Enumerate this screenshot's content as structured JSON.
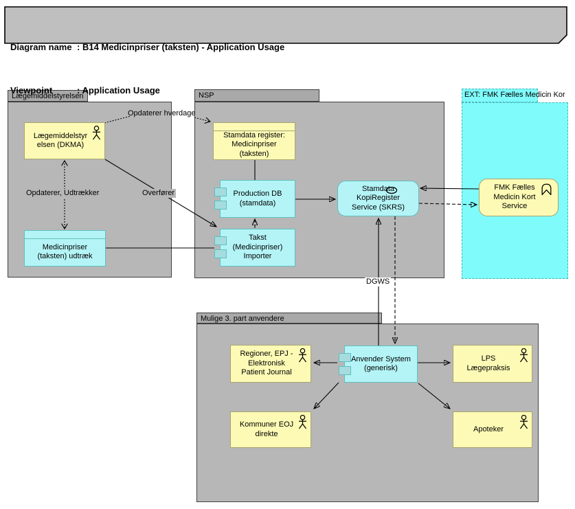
{
  "title_block": {
    "sep": ": ",
    "rows": [
      {
        "label": "Diagram name",
        "value": "B14 Medicinpriser (taksten) - Application Usage"
      },
      {
        "label": "Viewpoint",
        "value": "Application Usage"
      }
    ]
  },
  "groups": {
    "laegemiddelstyrelsen": {
      "label": "Lægemiddelstyrelsen"
    },
    "nsp": {
      "label": "NSP"
    },
    "ext_fmk": {
      "label": "EXT: FMK Fælles Medicin Kor"
    },
    "mulige_3_part": {
      "label": "Mulige 3. part anvendere"
    }
  },
  "nodes": {
    "dkma": {
      "label": "Lægemiddelstyr\nelsen (DKMA)"
    },
    "medicinpriser_udtraek": {
      "label": "Medicinpriser\n(taksten) udtræk"
    },
    "stamdata_register": {
      "label": "Stamdata register:\nMedicinpriser\n(taksten)"
    },
    "production_db": {
      "label": "Production DB\n(stamdata)"
    },
    "takst_importer": {
      "label": "Takst\n(Medicinpriser)\nImporter"
    },
    "skrs": {
      "label": "Stamdata\nKopiRegister\nService (SKRS)"
    },
    "fmk_service": {
      "label": "FMK Fælles\nMedicin Kort\nService"
    },
    "anvender_system": {
      "label": "Anvender System\n(generisk)"
    },
    "regioner": {
      "label": "Regioner, EPJ -\nElektronisk\nPatient Journal"
    },
    "lps": {
      "label": "LPS\nLægepraksis"
    },
    "kommuner": {
      "label": "Kommuner EOJ\ndirekte"
    },
    "apoteker": {
      "label": "Apoteker"
    }
  },
  "edge_labels": {
    "opdaterer_hverdage": "Opdaterer hverdage",
    "opdaterer_udtraekker": "Opdaterer, Udtrækker",
    "overfoerer": "Overfører",
    "dgws": "DGWS"
  },
  "colors": {
    "group_fill": "#b7b7b7",
    "group_tab": "#a9a9a9",
    "group_border": "#3f3f3f",
    "title_fill": "#bfbfbf",
    "yellow": "#fcfab4",
    "yellow_border": "#a8a671",
    "cyan": "#b4f4f6",
    "cyan_tab": "#a6dcdf",
    "cyan_border": "#5fbfbf",
    "ext_fill": "#80fbfb",
    "ext_border": "#45b3b3"
  }
}
